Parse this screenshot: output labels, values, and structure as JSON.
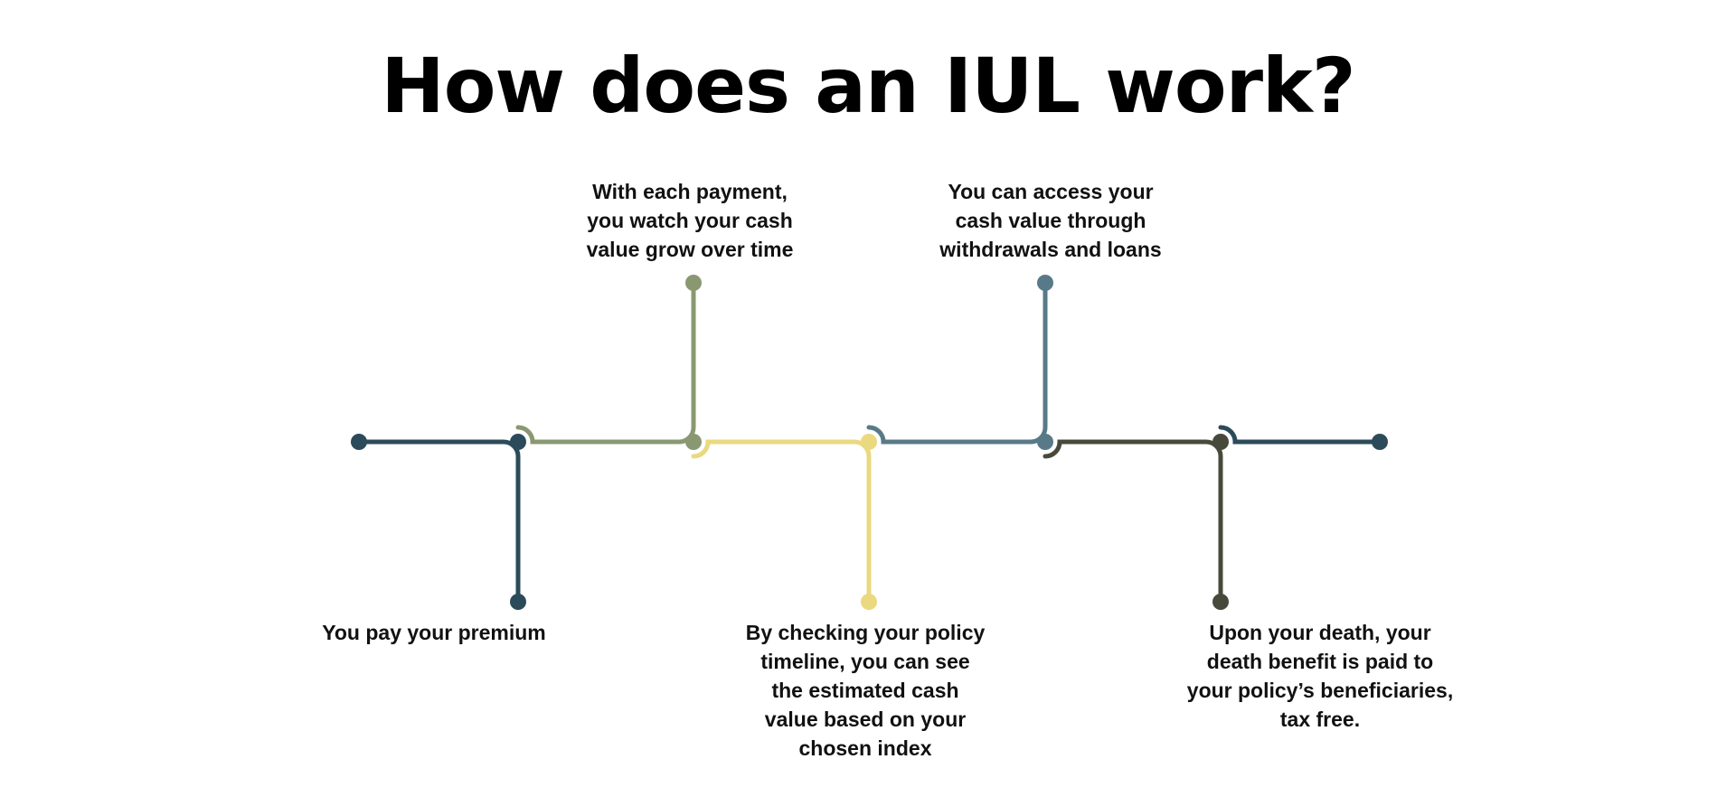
{
  "title": "How does an IUL work?",
  "steps": [
    {
      "text": "You pay your premium",
      "color": "#2b4b5a"
    },
    {
      "text": "With each payment, you watch your cash value grow over time",
      "color": "#8a9872"
    },
    {
      "text": "By checking your policy timeline, you can see the estimated cash value based on your chosen index",
      "color": "#ead97f"
    },
    {
      "text": "You can access your cash value through withdrawals and loans",
      "color": "#587a88"
    },
    {
      "text": "Upon your death, your death benefit is paid to your policy’s beneficiaries, tax free.",
      "color": "#474a3b"
    }
  ]
}
